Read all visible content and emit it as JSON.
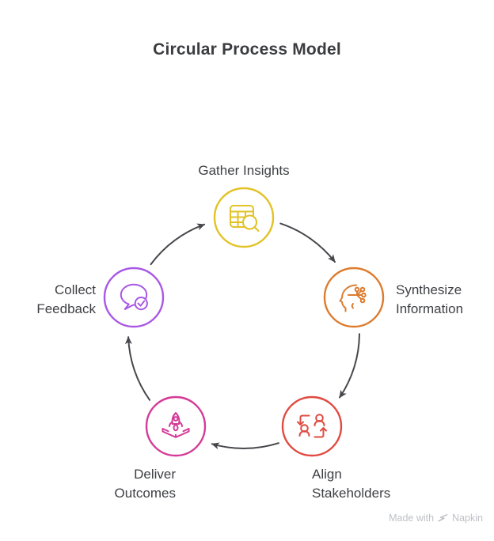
{
  "title": "Circular Process Model",
  "nodes": [
    {
      "id": "gather-insights",
      "label": "Gather Insights",
      "color": "#E2C226",
      "icon": "table-search-icon"
    },
    {
      "id": "synthesize-information",
      "label": "Synthesize\nInformation",
      "color": "#DD7C2F",
      "icon": "head-network-icon"
    },
    {
      "id": "align-stakeholders",
      "label": "Align\nStakeholders",
      "color": "#E04B41",
      "icon": "people-exchange-icon"
    },
    {
      "id": "deliver-outcomes",
      "label": "Deliver\nOutcomes",
      "color": "#D43B98",
      "icon": "rocket-launch-icon"
    },
    {
      "id": "collect-feedback",
      "label": "Collect\nFeedback",
      "color": "#A958E5",
      "icon": "chat-check-icon"
    }
  ],
  "flow_order": [
    "Gather Insights",
    "Synthesize Information",
    "Align Stakeholders",
    "Deliver Outcomes",
    "Collect Feedback"
  ],
  "arrows": [
    {
      "from": "Gather Insights",
      "to": "Synthesize Information"
    },
    {
      "from": "Synthesize Information",
      "to": "Align Stakeholders"
    },
    {
      "from": "Align Stakeholders",
      "to": "Deliver Outcomes"
    },
    {
      "from": "Deliver Outcomes",
      "to": "Collect Feedback"
    },
    {
      "from": "Collect Feedback",
      "to": "Gather Insights"
    }
  ],
  "colors": {
    "arrow": "#46474C",
    "title_text": "#3B3C40",
    "label_text": "#3F4045",
    "watermark_text": "#BFC1C6",
    "background": "#FFFFFF"
  },
  "watermark": {
    "made_with": "Made with",
    "brand": "Napkin"
  }
}
